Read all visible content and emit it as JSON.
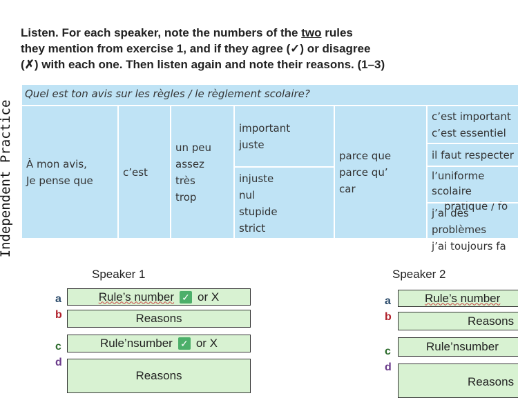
{
  "instructions": {
    "line1a": "Listen. For each speaker, note the numbers of the ",
    "line1u": "two",
    "line1b": " rules",
    "line2": "they mention from exercise 1, and if they agree (✓) or disagree",
    "line3": "(✗) with each one. Then listen again and note their reasons. (1–3)"
  },
  "side_label": "Independent Practice",
  "table": {
    "header": "Quel est ton avis sur les règles / le règlement scolaire?",
    "col1": [
      "À mon avis,",
      "Je pense que"
    ],
    "col2": "c’est",
    "col3": [
      "un peu",
      "assez",
      "très",
      "trop"
    ],
    "col4a": [
      "important",
      "juste"
    ],
    "col4b": [
      "injuste",
      "nul",
      "stupide",
      "strict"
    ],
    "col5": [
      "parce que",
      "parce qu’",
      "car"
    ],
    "col6": [
      [
        "c’est important",
        "c’est essentiel"
      ],
      [
        "il faut respecter"
      ],
      [
        "l’uniforme scolaire",
        "pratique / fo"
      ],
      [
        "j’ai des problèmes",
        "j’ai toujours fa"
      ]
    ]
  },
  "speaker1": {
    "title": "Speaker 1",
    "a": "Rule’s number",
    "b": "Reasons",
    "c": "Rule’nsumber",
    "d": "Reasons",
    "or": "or X"
  },
  "speaker2": {
    "title": "Speaker 2",
    "a": "Rule’s number",
    "b": "Reasons",
    "c": "Rule’nsumber",
    "d": "Reasons"
  },
  "letters": [
    "a",
    "b",
    "c",
    "d"
  ],
  "colors": {
    "table_bg": "#bfe3f5",
    "box_bg": "#d8f2d2",
    "a": "#2a4a6a",
    "b": "#b0202a",
    "c": "#2a6a2a",
    "d": "#6a3a8a"
  }
}
